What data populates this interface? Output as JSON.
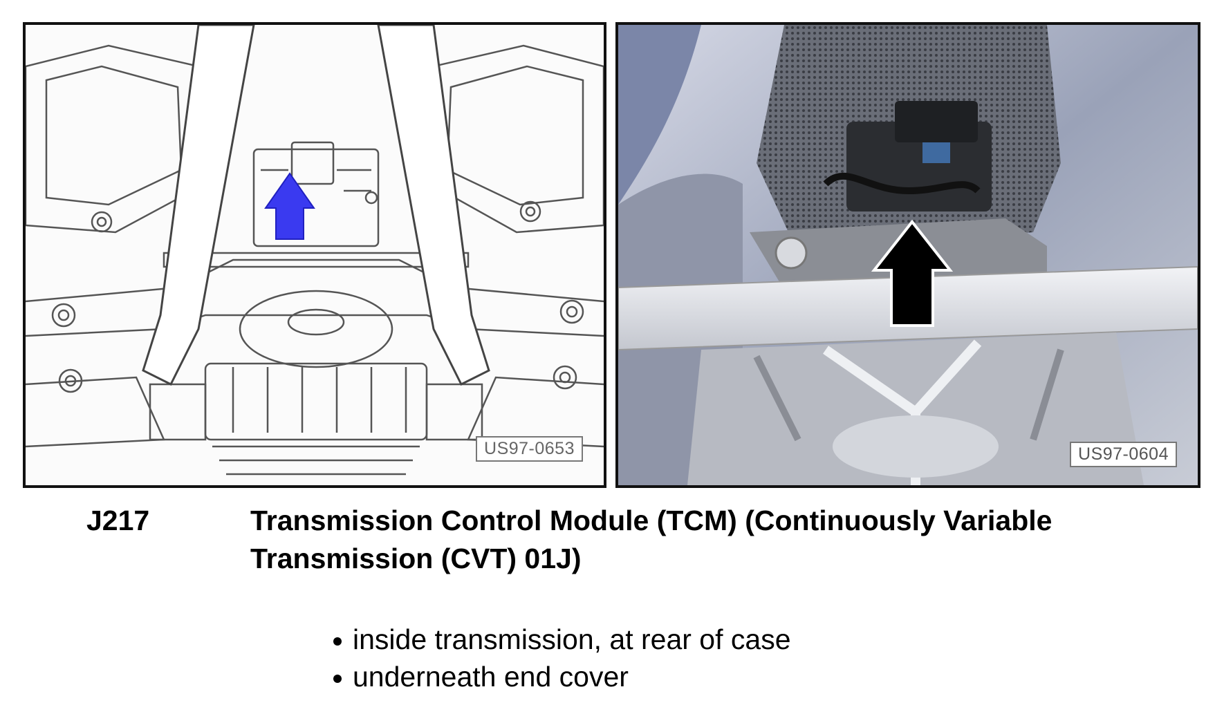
{
  "figures": [
    {
      "code": "US97-0653",
      "style": "line-drawing",
      "arrow_color": "#3a3af0"
    },
    {
      "code": "US97-0604",
      "style": "photo",
      "arrow_color": "#000000"
    }
  ],
  "component": {
    "id": "J217",
    "name": "Transmission Control Module (TCM) (Continuously Variable Transmission (CVT) 01J)"
  },
  "locations": [
    "inside transmission, at rear of case",
    "underneath end cover"
  ]
}
